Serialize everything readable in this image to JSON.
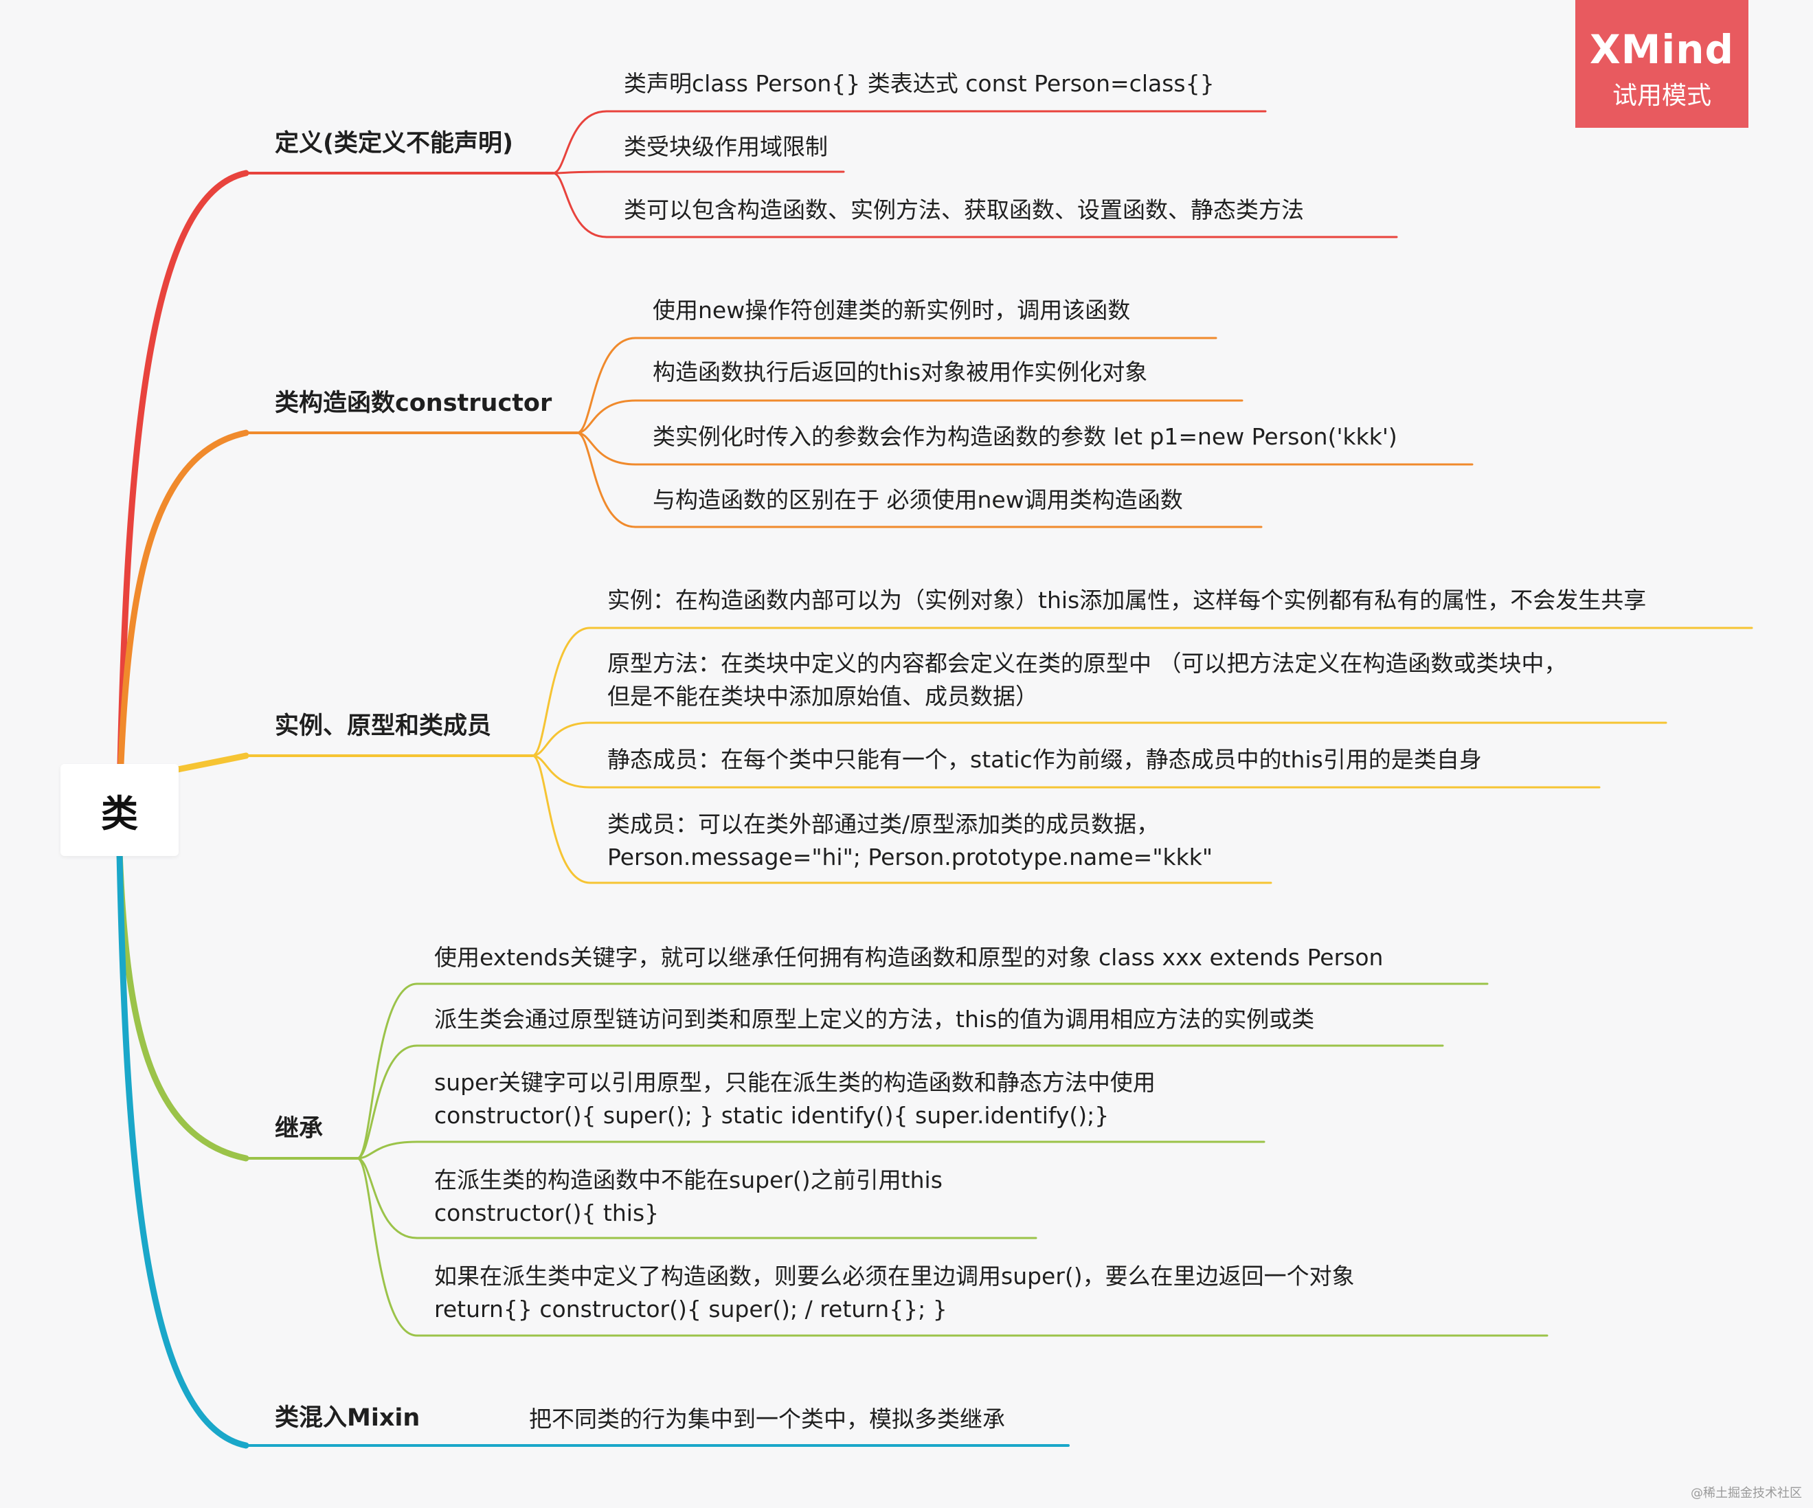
{
  "root": {
    "label": "类"
  },
  "brand": {
    "title": "XMind",
    "subtitle": "试用模式"
  },
  "watermark": "@稀土掘金技术社区",
  "branches": [
    {
      "id": "definition",
      "label": "定义(类定义不能声明)",
      "color": "#e8433d",
      "children": [
        {
          "lines": [
            "类声明class Person{} 类表达式 const Person=class{}"
          ]
        },
        {
          "lines": [
            "类受块级作用域限制"
          ]
        },
        {
          "lines": [
            "类可以包含构造函数、实例方法、获取函数、设置函数、静态类方法"
          ]
        }
      ]
    },
    {
      "id": "constructor",
      "label": "类构造函数constructor",
      "color": "#f08a2c",
      "children": [
        {
          "lines": [
            "使用new操作符创建类的新实例时，调用该函数"
          ]
        },
        {
          "lines": [
            "构造函数执行后返回的this对象被用作实例化对象"
          ]
        },
        {
          "lines": [
            "类实例化时传入的参数会作为构造函数的参数  let p1=new Person('kkk')"
          ]
        },
        {
          "lines": [
            "与构造函数的区别在于 必须使用new调用类构造函数"
          ]
        }
      ]
    },
    {
      "id": "members",
      "label": "实例、原型和类成员",
      "color": "#f6c433",
      "children": [
        {
          "lines": [
            "实例：在构造函数内部可以为（实例对象）this添加属性，这样每个实例都有私有的属性，不会发生共享"
          ]
        },
        {
          "lines": [
            "原型方法：在类块中定义的内容都会定义在类的原型中 （可以把方法定义在构造函数或类块中，",
            "但是不能在类块中添加原始值、成员数据）"
          ]
        },
        {
          "lines": [
            "静态成员：在每个类中只能有一个，static作为前缀，静态成员中的this引用的是类自身"
          ]
        },
        {
          "lines": [
            "类成员：可以在类外部通过类/原型添加类的成员数据，",
            "Person.message=\"hi\"; Person.prototype.name=\"kkk\""
          ]
        }
      ]
    },
    {
      "id": "inherit",
      "label": "继承",
      "color": "#9bc349",
      "children": [
        {
          "lines": [
            "使用extends关键字，就可以继承任何拥有构造函数和原型的对象  class xxx extends Person"
          ]
        },
        {
          "lines": [
            "派生类会通过原型链访问到类和原型上定义的方法，this的值为调用相应方法的实例或类"
          ]
        },
        {
          "lines": [
            "super关键字可以引用原型，只能在派生类的构造函数和静态方法中使用",
            "constructor(){ super(); }  static identify(){ super.identify();}"
          ]
        },
        {
          "lines": [
            "在派生类的构造函数中不能在super()之前引用this",
            "constructor(){  this}"
          ]
        },
        {
          "lines": [
            "如果在派生类中定义了构造函数，则要么必须在里边调用super()，要么在里边返回一个对象",
            "return{}  constructor(){  super();  / return{}; }"
          ]
        }
      ]
    },
    {
      "id": "mixin",
      "label": "类混入Mixin",
      "color": "#1aa7c9",
      "children": [
        {
          "lines": [
            "把不同类的行为集中到一个类中，模拟多类继承"
          ]
        }
      ]
    }
  ]
}
